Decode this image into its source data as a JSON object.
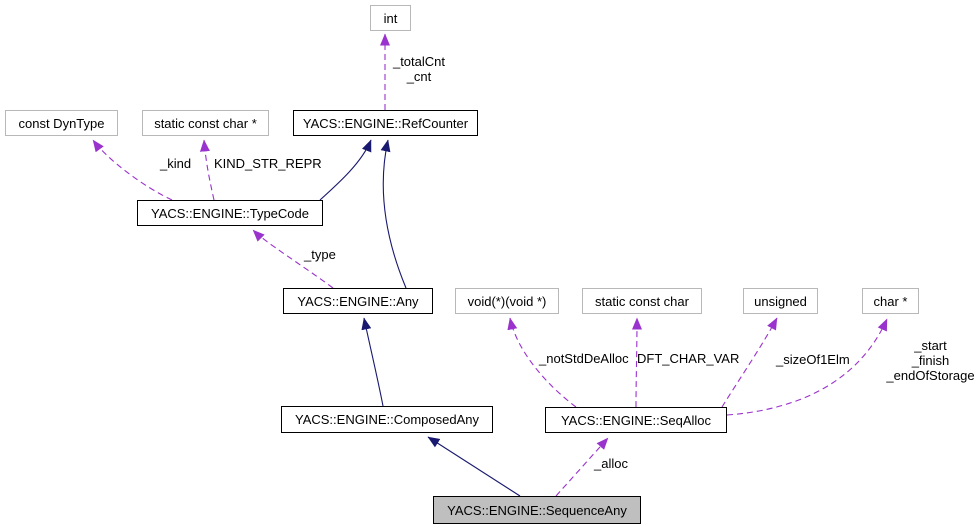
{
  "diagram_type": "uml-collaboration-graph",
  "nodes": {
    "int": {
      "label": "int"
    },
    "dyntype": {
      "label": "const DynType"
    },
    "static_char_ptr": {
      "label": "static const char *"
    },
    "refcounter": {
      "label": "YACS::ENGINE::RefCounter"
    },
    "typecode": {
      "label": "YACS::ENGINE::TypeCode"
    },
    "any": {
      "label": "YACS::ENGINE::Any"
    },
    "void_fn": {
      "label": "void(*)(void *)"
    },
    "static_char": {
      "label": "static const char"
    },
    "unsigned": {
      "label": "unsigned"
    },
    "char_ptr": {
      "label": "char *"
    },
    "composedany": {
      "label": "YACS::ENGINE::ComposedAny"
    },
    "seqalloc": {
      "label": "YACS::ENGINE::SeqAlloc"
    },
    "sequenceany": {
      "label": "YACS::ENGINE::SequenceAny"
    }
  },
  "edge_labels": {
    "totalcnt": "_totalCnt\n_cnt",
    "kind": "_kind",
    "kind_str_repr": "KIND_STR_REPR",
    "type": "_type",
    "not_std_dealloc": "_notStdDeAlloc",
    "dft_char_var": "DFT_CHAR_VAR",
    "size_of_1elm": "_sizeOf1Elm",
    "start_finish": "_start\n_finish\n_endOfStorage",
    "alloc": "_alloc"
  },
  "colors": {
    "usage_edge": "#9a32cd",
    "inheritance_edge": "#191970",
    "selected_node_fill": "#bfbfbf",
    "gray_node_border": "#b8b8b8"
  }
}
